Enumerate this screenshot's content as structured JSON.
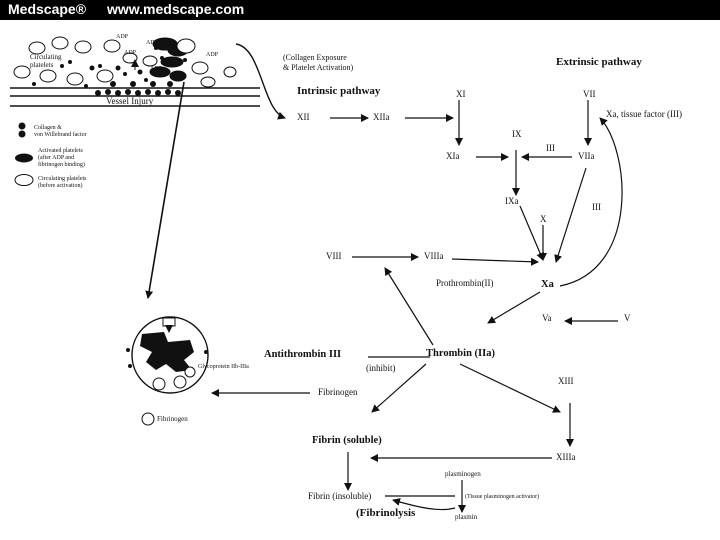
{
  "header": {
    "brand": "Medscape®",
    "url": "www.medscape.com"
  },
  "vessel": {
    "circulating_label": "Circulating\nplatelets",
    "adp_labels": [
      "ADP",
      "ADP",
      "ADP",
      "ADP",
      "ADP"
    ],
    "vessel_injury": "Vessel Injury",
    "collagen_exposure": "(Collagen Exposure\n& Platelet Activation)"
  },
  "legend": {
    "items": [
      {
        "label": "Collagen &\nvon Willebrand factor"
      },
      {
        "label": "Activated platelets\n(after ADP and\nfibrinogen binding)"
      },
      {
        "label": "Circulating platelets\n(before activation)"
      }
    ]
  },
  "pathways": {
    "intrinsic": "Intrinsic pathway",
    "extrinsic": "Extrinsic pathway"
  },
  "factors": {
    "XII": "XII",
    "XIIa": "XIIa",
    "XI": "XI",
    "XIa": "XIa",
    "IX": "IX",
    "IXa": "IXa",
    "VII": "VII",
    "VIIa": "VIIa",
    "Xa_tissue_factor": "Xa, tissue factor (III)",
    "III_1": "III",
    "III_2": "III",
    "X": "X",
    "Xa": "Xa",
    "VIII": "VIII",
    "VIIIa": "VIIIa",
    "prothrombin": "Prothrombin(II)",
    "Va": "Va",
    "V": "V",
    "thrombin": "Thrombin (IIa)",
    "antithrombin": "Antithrombin III",
    "inhibit": "(inhibit)",
    "fibrinogen": "Fibrinogen",
    "XIII": "XIII",
    "XIIIa": "XIIIa",
    "fibrin_soluble": "Fibrin (soluble)",
    "fibrin_insoluble": "Fibrin (insoluble)",
    "plasminogen": "plasminogen",
    "tpa": "(Tissue plasminogen activator)",
    "plasmin": "plasmin",
    "fibrinolysis": "(Fibrinolysis"
  },
  "platelet_detail": {
    "glycoprotein": "Glycoprotein IIb-IIIa",
    "fibrinogen_label": "Fibrinogen"
  }
}
